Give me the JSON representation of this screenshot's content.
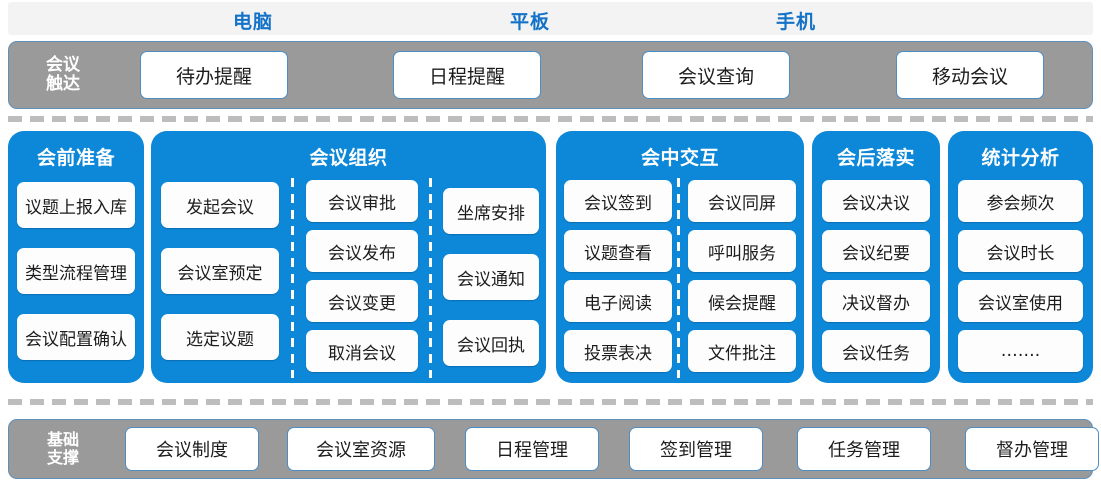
{
  "devices": [
    {
      "label": "电脑"
    },
    {
      "label": "平板"
    },
    {
      "label": "手机"
    }
  ],
  "touch_row": {
    "title": "会议\n触达",
    "title_line1": "会议",
    "title_line2": "触达",
    "items": [
      {
        "label": "待办提醒"
      },
      {
        "label": "日程提醒"
      },
      {
        "label": "会议查询"
      },
      {
        "label": "移动会议"
      }
    ]
  },
  "panels": [
    {
      "id": "pre",
      "title": "会前准备",
      "columns": [
        {
          "items": [
            {
              "label": "议题上报入库"
            },
            {
              "label": "类型流程管理"
            },
            {
              "label": "会议配置确认"
            }
          ]
        }
      ]
    },
    {
      "id": "org",
      "title": "会议组织",
      "columns": [
        {
          "items": [
            {
              "label": "发起会议"
            },
            {
              "label": "会议室预定"
            },
            {
              "label": "选定议题"
            }
          ]
        },
        {
          "items": [
            {
              "label": "会议审批"
            },
            {
              "label": "会议发布"
            },
            {
              "label": "会议变更"
            },
            {
              "label": "取消会议"
            }
          ]
        },
        {
          "items": [
            {
              "label": "坐席安排"
            },
            {
              "label": "会议通知"
            },
            {
              "label": "会议回执"
            }
          ]
        }
      ]
    },
    {
      "id": "during",
      "title": "会中交互",
      "columns": [
        {
          "items": [
            {
              "label": "会议签到"
            },
            {
              "label": "议题查看"
            },
            {
              "label": "电子阅读"
            },
            {
              "label": "投票表决"
            }
          ]
        },
        {
          "items": [
            {
              "label": "会议同屏"
            },
            {
              "label": "呼叫服务"
            },
            {
              "label": "候会提醒"
            },
            {
              "label": "文件批注"
            }
          ]
        }
      ]
    },
    {
      "id": "post",
      "title": "会后落实",
      "columns": [
        {
          "items": [
            {
              "label": "会议决议"
            },
            {
              "label": "会议纪要"
            },
            {
              "label": "决议督办"
            },
            {
              "label": "会议任务"
            }
          ]
        }
      ]
    },
    {
      "id": "stats",
      "title": "统计分析",
      "columns": [
        {
          "items": [
            {
              "label": "参会频次"
            },
            {
              "label": "会议时长"
            },
            {
              "label": "会议室使用"
            },
            {
              "label": "…….",
              "is_ellipsis": true
            }
          ]
        }
      ]
    }
  ],
  "base_row": {
    "title_line1": "基础",
    "title_line2": "支撑",
    "items": [
      {
        "label": "会议制度"
      },
      {
        "label": "会议室资源"
      },
      {
        "label": "日程管理"
      },
      {
        "label": "签到管理"
      },
      {
        "label": "任务管理"
      },
      {
        "label": "督办管理"
      }
    ]
  },
  "colors": {
    "panel_blue": "#0d87d8",
    "bar_gray": "#9a9a9a",
    "label_blue": "#1473c8",
    "cell_white": "#fdfdfd",
    "dash_gray": "#bdbdbd",
    "strip_gray": "#f3f3f3",
    "pill_border": "#4d8ec4"
  }
}
